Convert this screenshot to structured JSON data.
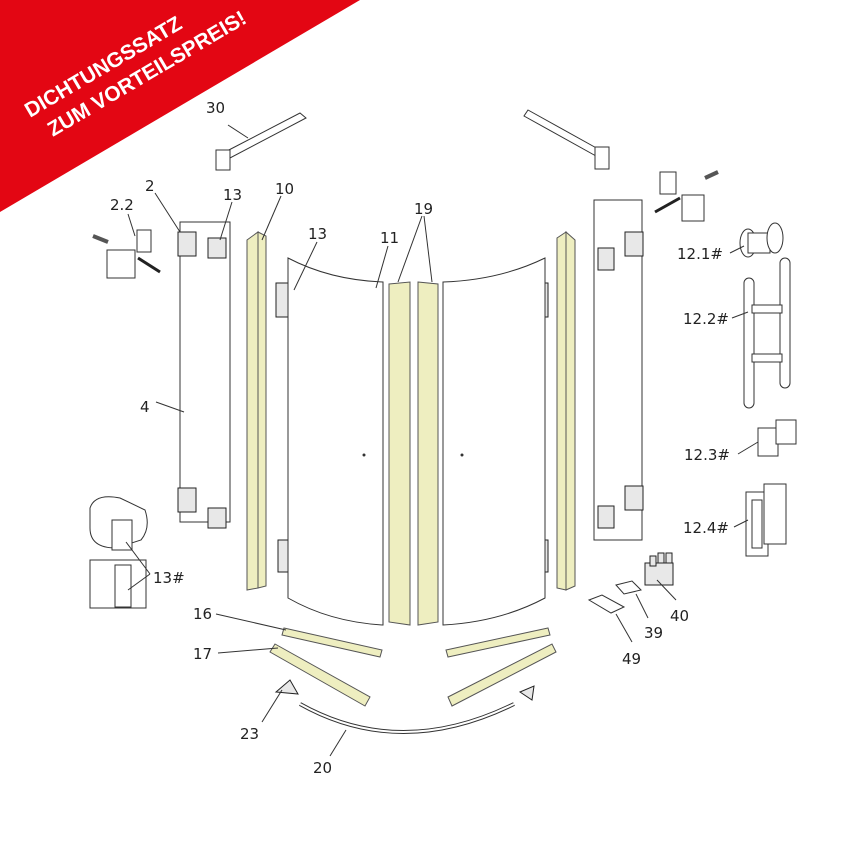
{
  "banner": {
    "line1": "DICHTUNGSSATZ",
    "line2": "ZUM VORTEILSPREIS!",
    "color": "#e30613"
  },
  "labels": {
    "p30": "30",
    "p2": "2",
    "p2_2": "2.2",
    "p13a": "13",
    "p10": "10",
    "p13b": "13",
    "p11": "11",
    "p19": "19",
    "p4": "4",
    "p13h": "13#",
    "p16": "16",
    "p17": "17",
    "p23": "23",
    "p20": "20",
    "p12_1": "12.1#",
    "p12_2": "12.2#",
    "p12_3": "12.3#",
    "p12_4": "12.4#",
    "p40": "40",
    "p39": "39",
    "p49": "49"
  },
  "colors": {
    "seal": "#eeeec0"
  }
}
